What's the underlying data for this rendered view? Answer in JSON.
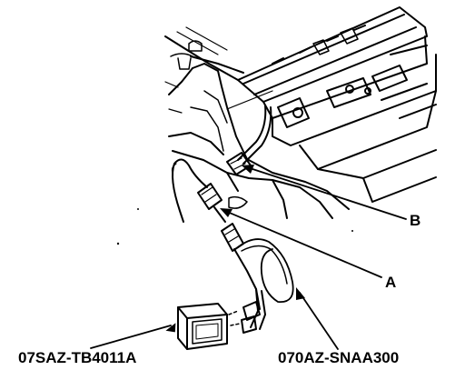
{
  "callouts": {
    "b": "B",
    "a": "A"
  },
  "part_numbers": {
    "tester": "07SAZ-TB4011A",
    "harness": "070AZ-SNAA300"
  },
  "colors": {
    "ink": "#000000",
    "paper": "#ffffff"
  }
}
